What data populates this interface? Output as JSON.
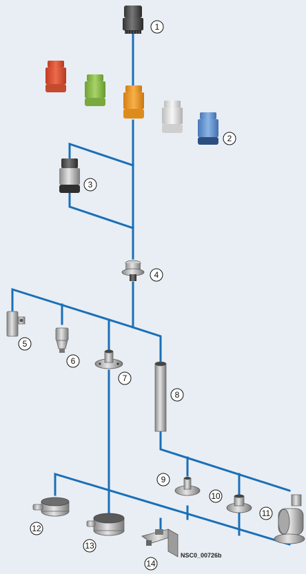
{
  "diagram": {
    "code": "NSC0_00726b",
    "callouts": [
      {
        "id": "c1",
        "label": "1"
      },
      {
        "id": "c2",
        "label": "2"
      },
      {
        "id": "c3",
        "label": "3"
      },
      {
        "id": "c4",
        "label": "4"
      },
      {
        "id": "c5",
        "label": "5"
      },
      {
        "id": "c6",
        "label": "6"
      },
      {
        "id": "c7",
        "label": "7"
      },
      {
        "id": "c8",
        "label": "8"
      },
      {
        "id": "c9",
        "label": "9"
      },
      {
        "id": "c10",
        "label": "10"
      },
      {
        "id": "c11",
        "label": "11"
      },
      {
        "id": "c12",
        "label": "12"
      },
      {
        "id": "c13",
        "label": "13"
      },
      {
        "id": "c14",
        "label": "14"
      }
    ],
    "colors": {
      "background": "#e8eef3",
      "connector": "#1a6fb8",
      "red_cap": "#e0553a",
      "green_cap": "#8fc14d",
      "orange_cap": "#f29b2a",
      "white_cap": "#e6e6e6",
      "blue_cap": "#6a9ad4",
      "dark_part": "#555555",
      "metal": "#bdbdbd"
    }
  }
}
